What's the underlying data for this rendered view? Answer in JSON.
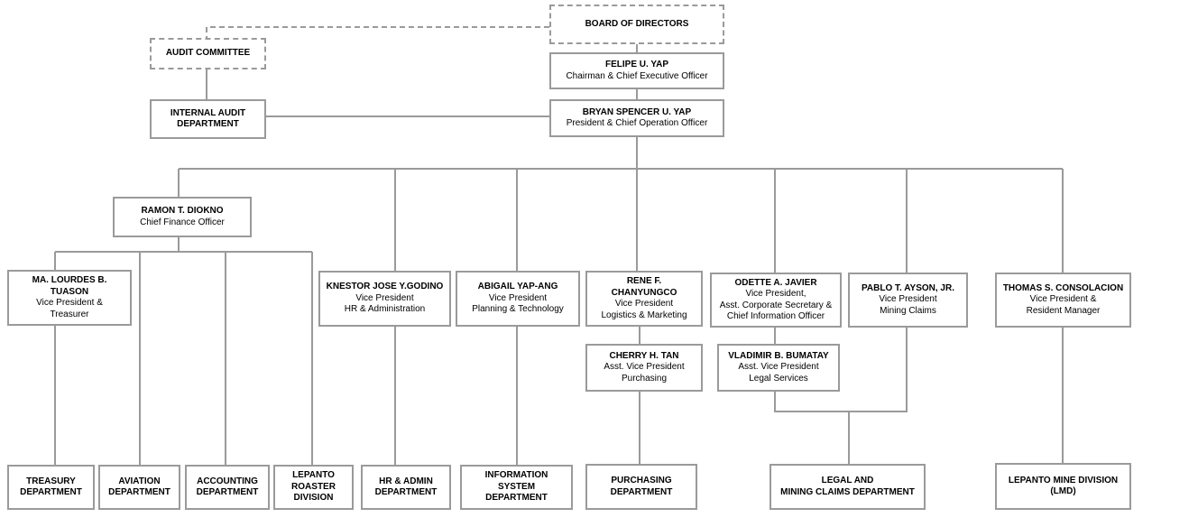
{
  "board": {
    "name": "BOARD OF DIRECTORS"
  },
  "audit_committee": {
    "name": "AUDIT COMMITTEE"
  },
  "chairman": {
    "name": "FELIPE U.  YAP",
    "title": "Chairman & Chief Executive Officer"
  },
  "internal_audit": {
    "name": "INTERNAL AUDIT\nDEPARTMENT"
  },
  "president": {
    "name": "BRYAN SPENCER U.  YAP",
    "title": "President & Chief Operation Officer"
  },
  "cfo": {
    "name": "RAMON T.  DIOKNO",
    "title": "Chief Finance Officer"
  },
  "treasurer": {
    "name": "MA. LOURDES  B.\nTUASON",
    "title": "Vice President &\nTreasurer"
  },
  "vp_hr": {
    "name": "KNESTOR JOSE Y.GODINO",
    "title": "Vice President\nHR & Administration"
  },
  "vp_planning": {
    "name": "ABIGAIL YAP-ANG",
    "title": "Vice President\nPlanning & Technology"
  },
  "vp_logistics": {
    "name": "RENE F.\nCHANYUNGCO",
    "title": "Vice President\nLogistics & Marketing"
  },
  "vp_cio": {
    "name": "ODETTE A. JAVIER",
    "title": "Vice President,\nAsst. Corporate Secretary &\nChief Information Officer"
  },
  "vp_mining": {
    "name": "PABLO T. AYSON, JR.",
    "title": "Vice President\nMining Claims"
  },
  "vp_resident": {
    "name": "THOMAS S. CONSOLACION",
    "title": "Vice President &\nResident Manager"
  },
  "avp_purchasing": {
    "name": "CHERRY H.  TAN",
    "title": "Asst. Vice President\nPurchasing"
  },
  "avp_legal": {
    "name": "VLADIMIR B. BUMATAY",
    "title": "Asst. Vice President\nLegal Services"
  },
  "departments": {
    "treasury": "TREASURY\nDEPARTMENT",
    "aviation": "AVIATION\nDEPARTMENT",
    "accounting": "ACCOUNTING\nDEPARTMENT",
    "roaster": "LEPANTO\nROASTER\nDIVISION",
    "hr_admin": "HR & ADMIN\nDEPARTMENT",
    "info_system": "INFORMATION\nSYSTEM\nDEPARTMENT",
    "purchasing": "PURCHASING\nDEPARTMENT",
    "legal_mining": "LEGAL AND\nMINING CLAIMS DEPARTMENT",
    "mine_division": "LEPANTO MINE DIVISION\n(LMD)"
  }
}
